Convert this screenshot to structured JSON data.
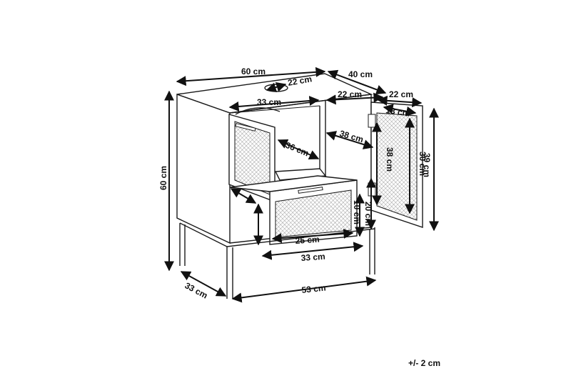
{
  "dimensions": {
    "top_width": "60 cm",
    "top_hole": "22 cm",
    "depth": "40 cm",
    "door_opening_width": "22 cm",
    "door_width": "22 cm",
    "inner_width": "33 cm",
    "hinge_offset": "13 cm",
    "inner_depth_right": "38 cm",
    "inner_depth_left": "36 cm",
    "inner_height_right": "38 cm",
    "door_inner_height": "30 cm",
    "door_height": "39 cm",
    "total_height": "60 cm",
    "drawer_height": "10 cm",
    "drawer_opening_height": "20 cm",
    "drawer_depth": "25 cm",
    "drawer_width": "33 cm",
    "leg_depth": "33 cm",
    "leg_width": "53 cm"
  },
  "tolerance": "+/- 2 cm"
}
